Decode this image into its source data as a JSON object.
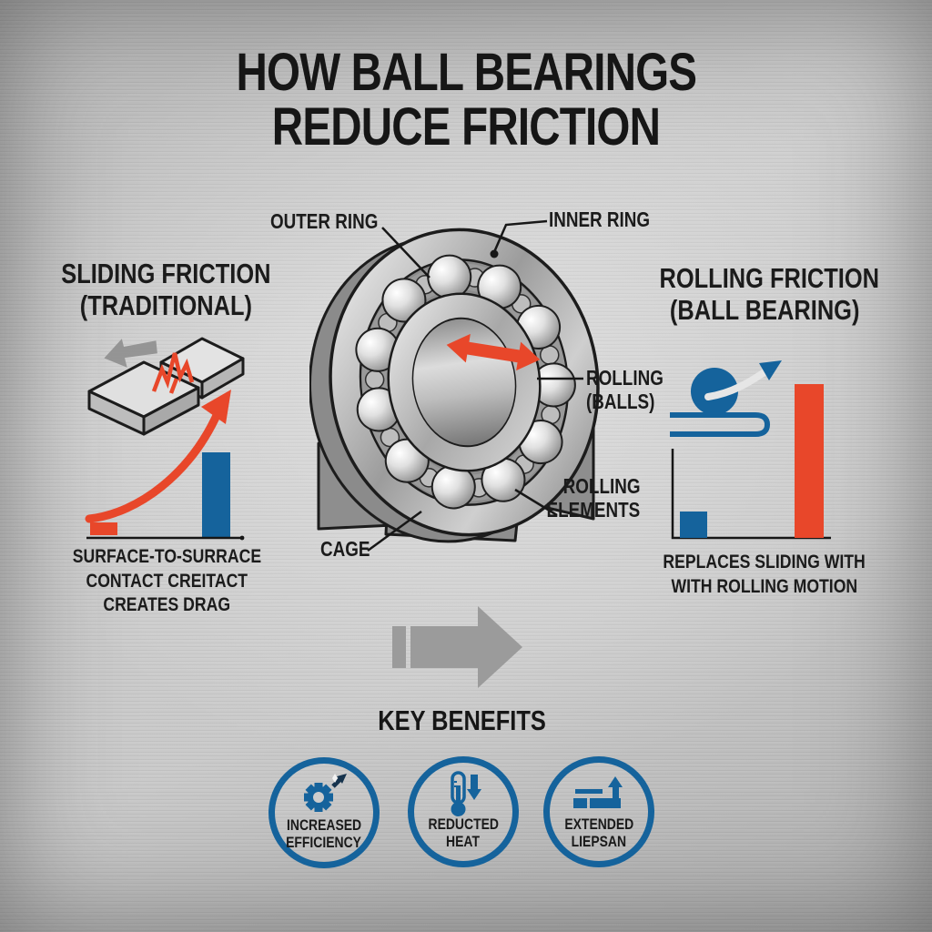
{
  "title": {
    "line1": "HOW BALL BEARINGS",
    "line2": "REDUCE FRICTION"
  },
  "colors": {
    "accent_red": "#e8472a",
    "accent_blue": "#15639c",
    "ink": "#1b1b1b",
    "metal_gray": "#9b9b9b"
  },
  "left_panel": {
    "heading_line1": "SLIDING FRICTION",
    "heading_line2": "(TRADITIONAL)",
    "caption_line1": "SURFACE-TO-SURRACE",
    "caption_line2": "CONTACT CREITACT",
    "caption_line3": "CREATES DRAG",
    "chart": {
      "type": "bar",
      "bars": [
        {
          "color": "#e8472a",
          "relative_height": 0.1
        },
        {
          "color": "#15639c",
          "relative_height": 0.65
        }
      ],
      "trend_arrow": "rising-red-curve"
    }
  },
  "bearing_diagram": {
    "label_outer_ring": "OUTER RING",
    "label_inner_ring": "INNER RING",
    "label_rolling_line1": "ROLLING",
    "label_rolling_line2": "(BALLS)",
    "label_elements_line1": "ROLLING",
    "label_elements_line2": "ELEMENTS",
    "label_cage": "CAGE"
  },
  "right_panel": {
    "heading_line1": "ROLLING FRICTION",
    "heading_line2": "(BALL BEARING)",
    "caption_line1": "REPLACES SLIDING WITH",
    "caption_line2": "WITH ROLLING MOTION",
    "chart": {
      "type": "bar",
      "bars": [
        {
          "color": "#15639c",
          "relative_height": 0.17
        },
        {
          "color": "#e8472a",
          "relative_height": 0.98
        }
      ]
    }
  },
  "benefits": {
    "heading": "KEY BENEFITS",
    "items": [
      {
        "icon": "gear-icon",
        "line1": "INCREASED",
        "line2": "EFFICIENCY"
      },
      {
        "icon": "thermometer-down-icon",
        "line1": "REDUCTED",
        "line2": "HEAT"
      },
      {
        "icon": "lifespan-bars-icon",
        "line1": "EXTENDED",
        "line2": "LIEPSAN"
      }
    ]
  }
}
